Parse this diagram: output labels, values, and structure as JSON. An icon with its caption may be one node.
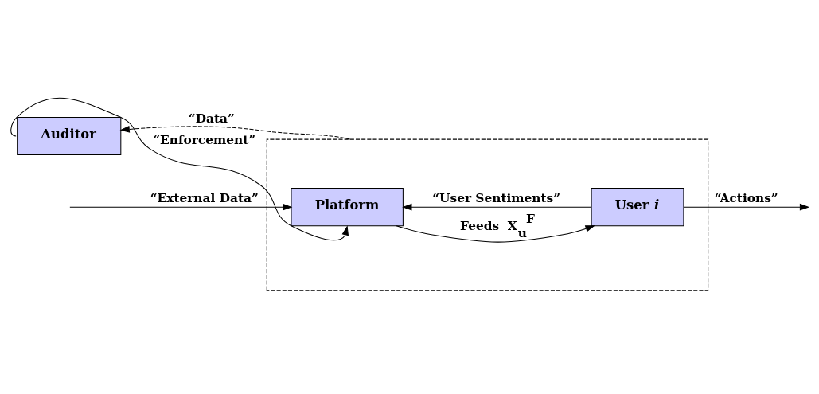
{
  "diagram": {
    "nodes": [
      {
        "text": [],
        "shape": "box"
      },
      {
        "text": [
          "Platform"
        ],
        "in": 0
      },
      {
        "text": [
          "User *i*"
        ],
        "in": 0
      },
      {
        "text": [
          "Auditor"
        ]
      }
    ],
    "edges": [
      {
        "from": null,
        "to": 1,
        "arrow": "to",
        "label": "“External Data”"
      },
      {
        "from": 1,
        "to": 2,
        "arrow": "to",
        "label": "Feeds  X$_{u}$$^{F}$"
      },
      {
        "from": 2,
        "to": 1,
        "arrow": "to",
        "label": "“User Sentiments”"
      },
      {
        "from": 2,
        "to": null,
        "arrow": "to",
        "label": "“Actions”"
      },
      {
        "from": 0,
        "to": 3,
        "arrow": "to",
        "label": "“Data”",
        "style": "dashed"
      },
      {
        "from": 3,
        "to": 1,
        "arrow": "to",
        "label": "“Enforcement”"
      }
    ]
  }
}
